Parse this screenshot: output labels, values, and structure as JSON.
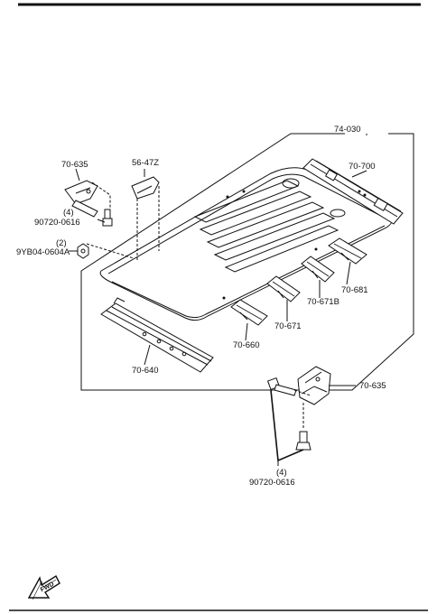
{
  "labels": {
    "roof_assy": "74-030",
    "rear_header": "70-700",
    "clip": "56-47Z",
    "bracket_left": "70-635",
    "bolt_left_qty": "(4)",
    "bolt_left": "90720-0616",
    "nut_qty": "(2)",
    "nut": "9YB04-0604A",
    "bow_681": "70-681",
    "bow_671b": "70-671B",
    "bow_671": "70-671",
    "bow_660": "70-660",
    "front_header": "70-640",
    "bracket_right": "70-635",
    "bolt_right_qty": "(4)",
    "bolt_right": "90720-0616"
  },
  "fwd_badge": "FWD",
  "colors": {
    "ink": "#111111",
    "background": "#ffffff"
  }
}
